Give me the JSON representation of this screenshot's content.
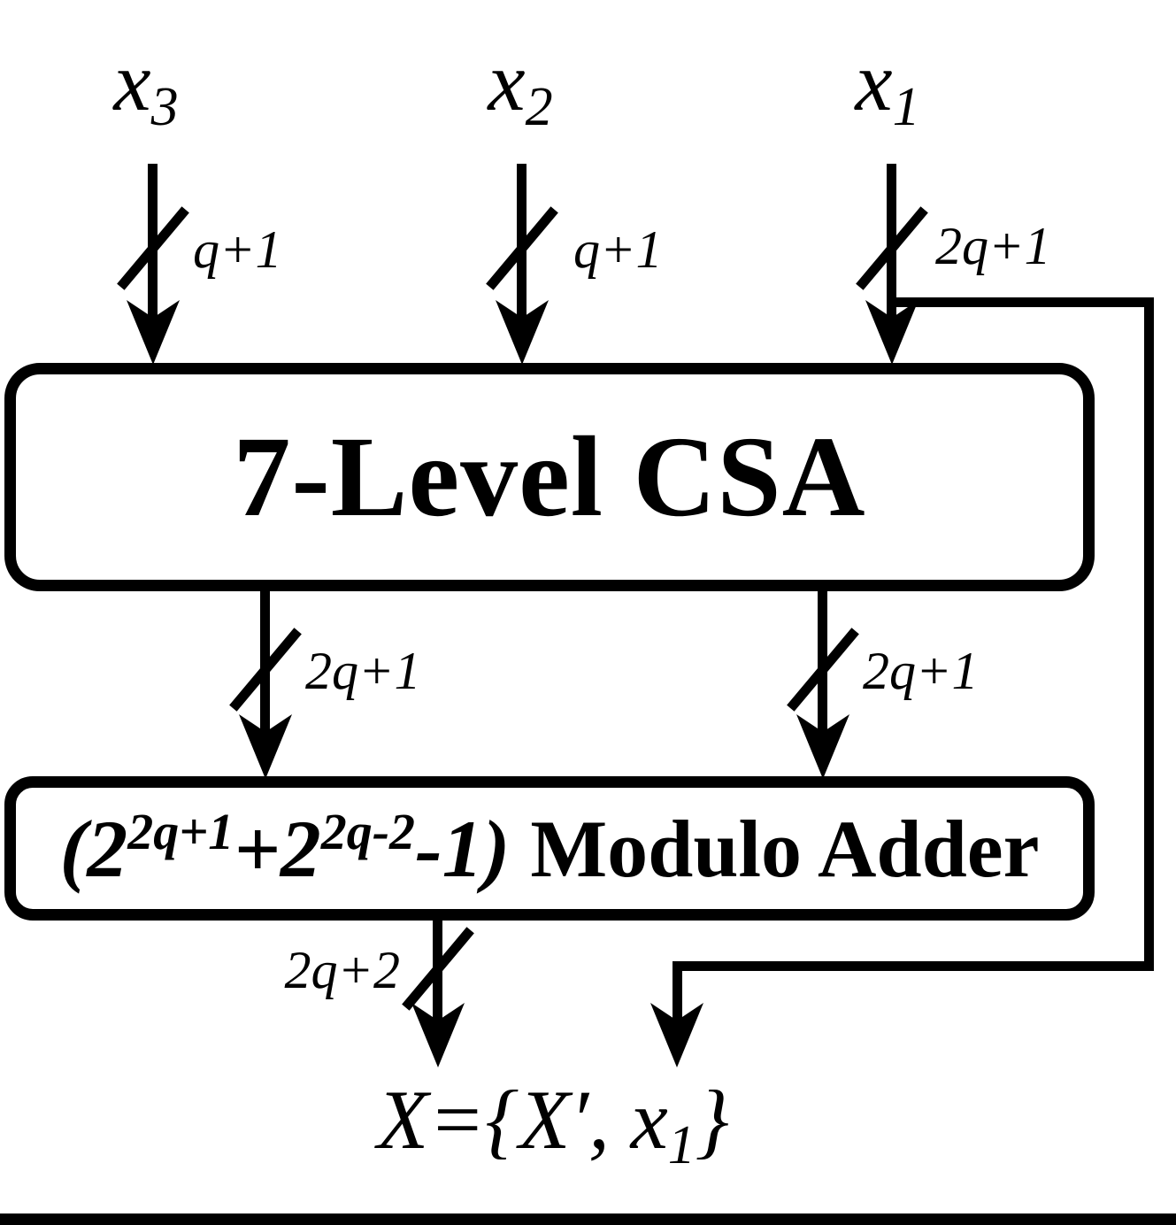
{
  "diagram": {
    "inputs": [
      {
        "base": "x",
        "sub": "3",
        "bus": "q+1"
      },
      {
        "base": "x",
        "sub": "2",
        "bus": "q+1"
      },
      {
        "base": "x",
        "sub": "1",
        "bus": "2q+1"
      }
    ],
    "csa_box": {
      "label": "7-Level CSA"
    },
    "csa_outputs": [
      {
        "bus": "2q+1"
      },
      {
        "bus": "2q+1"
      }
    ],
    "mod_box": {
      "prefix": "(2",
      "sup1": "2q+1",
      "mid": "+2",
      "sup2": "2q-2",
      "suffix": "-1)",
      "name": " Modulo Adder"
    },
    "mod_output": {
      "bus": "2q+2"
    },
    "result": {
      "part1": "X={X′, x",
      "sub": "1",
      "part2": "}"
    },
    "colors": {
      "ink": "#000000",
      "background": "#ffffff"
    }
  }
}
